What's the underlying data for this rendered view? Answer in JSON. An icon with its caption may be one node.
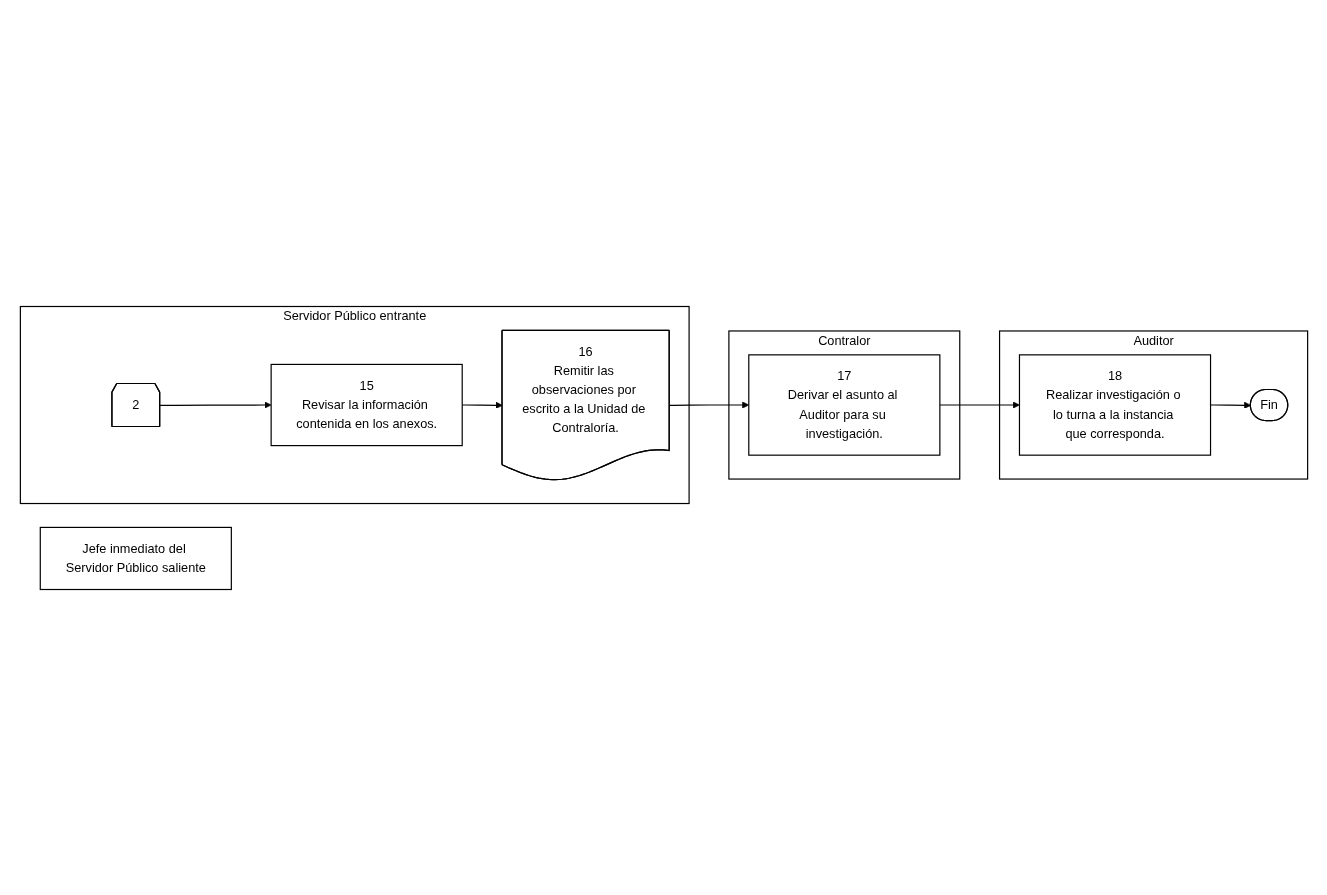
{
  "diagram": {
    "nodes": [
      {
        "text": [
          "Jefe inmediato del Servidor Público saliente"
        ]
      },
      {
        "text": [
          "Contralor"
        ]
      },
      {
        "text": [
          "17",
          "Derivar el asunto al Auditor para su investigación."
        ],
        "in": 1
      },
      {
        "text": [
          "Auditor"
        ]
      },
      {
        "text": [
          "18",
          "Realizar investigación o lo turna a la instancia que corresponda."
        ],
        "in": 3
      },
      {
        "text": [
          "Fin"
        ],
        "in": 3
      },
      {
        "text": [
          "Servidor Público entrante"
        ]
      },
      {
        "text": [
          "2"
        ],
        "in": 6
      },
      {
        "text": [
          "15",
          "Revisar la información contenida en los anexos."
        ],
        "in": 6
      },
      {
        "text": [
          "16",
          "Remitir las observaciones por escrito a la Unidad de Contraloría."
        ],
        "in": 6
      }
    ],
    "edges": [
      {
        "from": 7,
        "to": 8,
        "arrow": "to"
      },
      {
        "from": 8,
        "to": 9,
        "arrow": "to"
      },
      {
        "from": 9,
        "to": 2,
        "arrow": "to"
      },
      {
        "from": 2,
        "to": 4,
        "arrow": "to"
      },
      {
        "from": 4,
        "to": 5,
        "arrow": "to"
      }
    ]
  }
}
